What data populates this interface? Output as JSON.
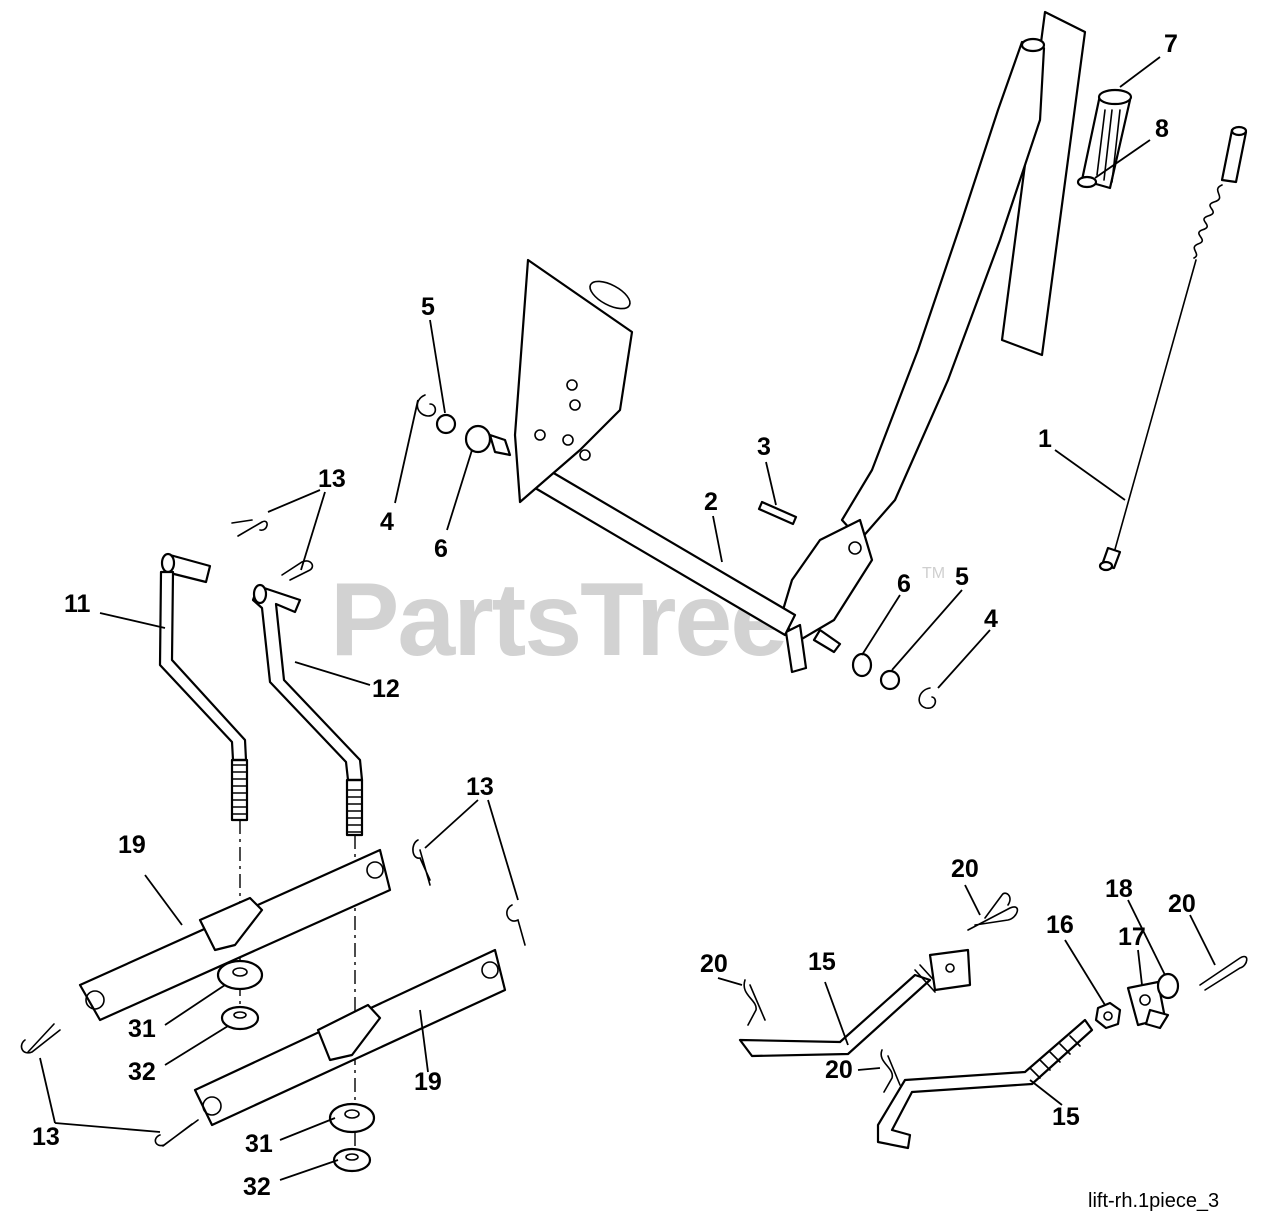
{
  "watermark": {
    "text": "PartsTree",
    "trademark": "TM"
  },
  "diagram_code": "lift-rh.1piece_3",
  "callouts": {
    "c1": "1",
    "c2": "2",
    "c3": "3",
    "c4a": "4",
    "c4b": "4",
    "c5a": "5",
    "c5b": "5",
    "c6a": "6",
    "c6b": "6",
    "c7": "7",
    "c8": "8",
    "c11": "11",
    "c12": "12",
    "c13a": "13",
    "c13b": "13",
    "c13c": "13",
    "c15a": "15",
    "c15b": "15",
    "c16": "16",
    "c17": "17",
    "c18": "18",
    "c19a": "19",
    "c19b": "19",
    "c20a": "20",
    "c20b": "20",
    "c20c": "20",
    "c20d": "20",
    "c31a": "31",
    "c31b": "31",
    "c32a": "32",
    "c32b": "32"
  }
}
